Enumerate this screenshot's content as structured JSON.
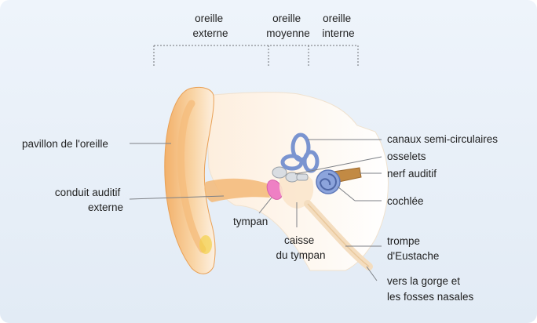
{
  "regions": {
    "outer": [
      "oreille",
      "externe"
    ],
    "middle": [
      "oreille",
      "moyenne"
    ],
    "inner": [
      "oreille",
      "interne"
    ]
  },
  "labels": {
    "pinna": "pavillon de l'oreille",
    "canal": [
      "conduit auditif",
      "externe"
    ],
    "tympan": "tympan",
    "cavity": [
      "caisse",
      "du tympan"
    ],
    "semicircular": "canaux semi-circulaires",
    "ossicles": "osselets",
    "nerve": "nerf auditif",
    "cochlea": "cochlée",
    "eustachian": [
      "trompe",
      "d'Eustache"
    ],
    "throat": [
      "vers la gorge et",
      "les fosses nasales"
    ]
  },
  "colors": {
    "background": "#e9f0f8",
    "skin": "#f6c48a",
    "skin_light": "#fce6c8",
    "canal": "#f3b877",
    "eardrum": "#ee80c4",
    "labyrinth": "#7a94d0",
    "nerve": "#c28a44"
  }
}
